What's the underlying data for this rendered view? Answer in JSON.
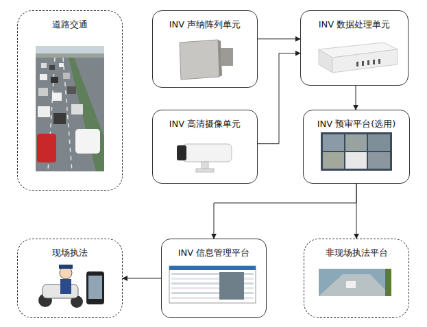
{
  "diagram": {
    "nodes": [
      {
        "text": [
          "道路交通"
        ]
      },
      {
        "text": [
          "INV 声纳阵列单元"
        ]
      },
      {
        "text": [
          "INV 数据处理单元"
        ]
      },
      {
        "text": [
          "INV 高清摄像单元"
        ]
      },
      {
        "text": [
          "INV 预审平台(选用)"
        ]
      },
      {
        "text": [
          "现场执法"
        ]
      },
      {
        "text": [
          "INV 信息管理平台"
        ]
      },
      {
        "text": [
          "非现场执法平台"
        ]
      }
    ],
    "edges": [
      {
        "from": 1,
        "to": 2,
        "arrow": "to"
      },
      {
        "from": 3,
        "to": 2,
        "arrow": "to"
      },
      {
        "from": 2,
        "to": 4,
        "arrow": "to"
      },
      {
        "from": 4,
        "to": 6,
        "arrow": "to"
      },
      {
        "from": 4,
        "to": 7,
        "arrow": "to"
      },
      {
        "from": 6,
        "to": 5,
        "arrow": "to"
      }
    ]
  }
}
